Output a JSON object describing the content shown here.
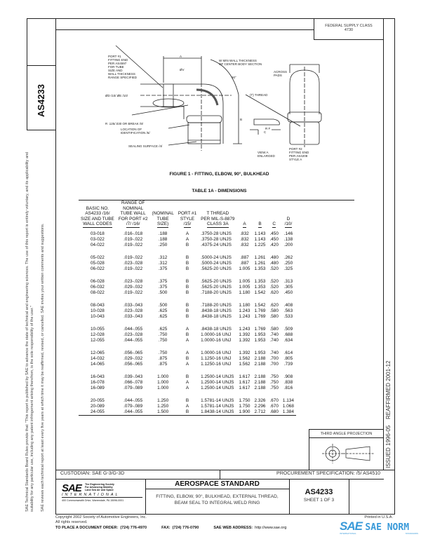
{
  "side": {
    "doc_number": "AS4233",
    "disclaimer_1": "SAE Technical Standards Board Rules provide that: \"This report is published by SAE to advance the state of technical and engineering sciences. The use of this report is entirely voluntary, and its applicability and suitability for any particular use, including any patent infringement arising therefrom, is the sole responsibility of the user.\"",
    "disclaimer_2": "SAE reviews each technical report at least every five years at which time it may be reaffirmed, revised, or cancelled. SAE invites your written comments and suggestions."
  },
  "header": {
    "fsc_label": "FEDERAL SUPPLY CLASS",
    "fsc_value": "4730"
  },
  "right_strip": {
    "issued": "ISSUED 1996-05",
    "reaffirmed": "REAFFIRMED 2001-12"
  },
  "figure": {
    "caption": "FIGURE 1 - FITTING, ELBOW, 90°, BULKHEAD",
    "labels": {
      "port1": [
        "PORT #1",
        "FITTING END",
        "PER AS4597",
        "FOR TUBE",
        "SIZE AND",
        "WALL THICKNESS",
        "RANGE SPECIFIED"
      ],
      "wall": [
        "W MIN WALL THICKNESS",
        "OF CENTER BODY SECTION"
      ],
      "a": "A",
      "angle": "90°",
      "thread": "(T) THREAD",
      "across_pads": [
        "ACROSS",
        "PADS"
      ],
      "v": "ØV",
      "od": "ØD /10/  ØE /10/",
      "r": "R .125/.030 OR BREAK /9/",
      "location": [
        "LOCATION OF",
        "IDENTIFICATION /6/"
      ],
      "sealing": "SEALING SURFACE /4/",
      "b": "B",
      "view_a": [
        "VIEW A",
        "ENLARGED"
      ],
      "c": "C",
      "rf": "R F",
      "port2": [
        "PORT #2",
        "FITTING END",
        "PER AS4208",
        "STYLE A"
      ]
    }
  },
  "table": {
    "title": "TABLE 1A - DIMENSIONS",
    "headers": [
      [
        "BASIC NO.",
        "AS4233 /16/",
        "SIZE AND TUBE",
        "WALL CODES"
      ],
      [
        "RANGE OF",
        "NOMINAL",
        "TUBE WALL",
        "FOR PORT #2",
        "/7/ /16/"
      ],
      [
        "(NOMINAL",
        "TUBE",
        "SIZE)"
      ],
      [
        "PORT #1",
        "STYLE",
        "/15/"
      ],
      [
        "T THREAD",
        "PER MIL-S-8879",
        "CLASS 3A"
      ],
      [
        "A"
      ],
      [
        "B"
      ],
      [
        "C"
      ],
      [
        "D",
        "/10/"
      ]
    ],
    "groups": [
      [
        [
          "03-018",
          ".016-.018",
          ".188",
          "A",
          ".3750-28 UNJS",
          ".832",
          "1.143",
          ".450",
          ".146"
        ],
        [
          "03-022",
          ".019-.022",
          ".188",
          "A",
          ".3750-28 UNJS",
          ".832",
          "1.143",
          ".450",
          ".138"
        ],
        [
          "04-022",
          ".019-.022",
          ".250",
          "B",
          ".4375-24 UNJS",
          ".832",
          "1.225",
          ".420",
          ".200"
        ]
      ],
      [
        [
          "05-022",
          ".019-.022",
          ".312",
          "B",
          ".5000-24 UNJS",
          ".887",
          "1.261",
          ".480",
          ".262"
        ],
        [
          "05-028",
          ".023-.028",
          ".312",
          "B",
          ".5000-24 UNJS",
          ".887",
          "1.261",
          ".480",
          ".250"
        ],
        [
          "06-022",
          ".019-.022",
          ".375",
          "B",
          ".5625-20 UNJS",
          "1.005",
          "1.353",
          ".520",
          ".325"
        ]
      ],
      [
        [
          "06-028",
          ".023-.028",
          ".375",
          "B",
          ".5625-20 UNJS",
          "1.005",
          "1.353",
          ".520",
          ".313"
        ],
        [
          "06-032",
          ".029-.032",
          ".375",
          "B",
          ".5625-20 UNJS",
          "1.005",
          "1.353",
          ".520",
          ".305"
        ],
        [
          "08-022",
          ".019-.022",
          ".500",
          "B",
          ".7188-20 UNJS",
          "1.180",
          "1.542",
          ".620",
          ".450"
        ]
      ],
      [
        [
          "08-043",
          ".033-.043",
          ".500",
          "B",
          ".7188-20 UNJS",
          "1.180",
          "1.542",
          ".620",
          ".408"
        ],
        [
          "10-028",
          ".023-.028",
          ".625",
          "B",
          ".8438-18 UNJS",
          "1.243",
          "1.769",
          ".580",
          ".563"
        ],
        [
          "10-043",
          ".033-.043",
          ".625",
          "B",
          ".8438-18 UNJS",
          "1.243",
          "1.769",
          ".580",
          ".533"
        ]
      ],
      [
        [
          "10-055",
          ".044-.055",
          ".625",
          "A",
          ".8438-18 UNJS",
          "1.243",
          "1.769",
          ".580",
          ".509"
        ],
        [
          "12-028",
          ".023-.028",
          ".750",
          "B",
          "1.0000-16 UNJ",
          "1.392",
          "1.953",
          ".740",
          ".688"
        ],
        [
          "12-055",
          ".044-.055",
          ".750",
          "A",
          "1.0000-16 UNJ",
          "1.392",
          "1.953",
          ".740",
          ".634"
        ]
      ],
      [
        [
          "12-065",
          ".056-.065",
          ".750",
          "A",
          "1.0000-16 UNJ",
          "1.392",
          "1.953",
          ".740",
          ".614"
        ],
        [
          "14-032",
          ".029-.032",
          ".875",
          "B",
          "1.1250-16 UNJ",
          "1.562",
          "2.188",
          ".700",
          ".805"
        ],
        [
          "14-065",
          ".056-.065",
          ".875",
          "A",
          "1.1250-16 UNJ",
          "1.562",
          "2.188",
          ".700",
          ".739"
        ]
      ],
      [
        [
          "16-043",
          ".039-.043",
          "1.000",
          "B",
          "1.2500-14 UNJS",
          "1.617",
          "2.188",
          ".750",
          ".908"
        ],
        [
          "16-078",
          ".066-.078",
          "1.000",
          "A",
          "1.2500-14 UNJS",
          "1.617",
          "2.188",
          ".750",
          ".838"
        ],
        [
          "16-089",
          ".079-.089",
          "1.000",
          "A",
          "1.2500-14 UNJS",
          "1.617",
          "2.188",
          ".750",
          ".816"
        ]
      ],
      [
        [
          "20-055",
          ".044-.055",
          "1.250",
          "B",
          "1.5781-14 UNJS",
          "1.750",
          "2.326",
          ".670",
          "1.134"
        ],
        [
          "20-089",
          ".079-.089",
          "1.250",
          "A",
          "1.5781-14 UNJS",
          "1.750",
          "2.296",
          ".670",
          "1.068"
        ],
        [
          "24-055",
          ".044-.055",
          "1.500",
          "B",
          "1.8438-14 UNJS",
          "1.900",
          "2.712",
          ".680",
          "1.384"
        ]
      ]
    ]
  },
  "projection": {
    "label": "THIRD ANGLE PROJECTION"
  },
  "title_block": {
    "custodian": "CUSTODIAN:  SAE G-3/G-3D",
    "procurement": "PROCUREMENT SPECIFICATION:  /5/ AS4510",
    "sae_logo": "SAE",
    "sae_tagline": [
      "The Engineering Society",
      "For Advancing Mobility",
      "Land Sea Air and Space"
    ],
    "sae_international": "INTERNATIONAL",
    "sae_address": "400 Commonwealth Drive, Warrendale, PA 15096-0001",
    "category": "AEROSPACE STANDARD",
    "title_line1": "FITTING, ELBOW, 90°, BULKHEAD, EXTERNAL THREAD,",
    "title_line2": "BEAM SEAL TO INTEGRAL WELD RING",
    "doc_number": "AS4233",
    "sheet": "SHEET 1 OF 3"
  },
  "footer": {
    "copyright": "Copyright 2002 Society of Automotive Engineers, Inc.",
    "rights": "All rights reserved.",
    "printed": "Printed in U.S.A.",
    "order_label": "TO PLACE A DOCUMENT ORDER:",
    "order_phone": "(724) 776-4970",
    "fax_label": "FAX:",
    "fax_phone": "(724) 776-0790",
    "web_label": "SAE WEB ADDRESS:",
    "web_url": "http://www.sae.org"
  },
  "watermark": {
    "logo": "SAE",
    "text": "SAE NORM",
    "sub_left": "INTERNATIONAL",
    "sub_right": "STANDARDS",
    "color": "#3a9ad9"
  }
}
